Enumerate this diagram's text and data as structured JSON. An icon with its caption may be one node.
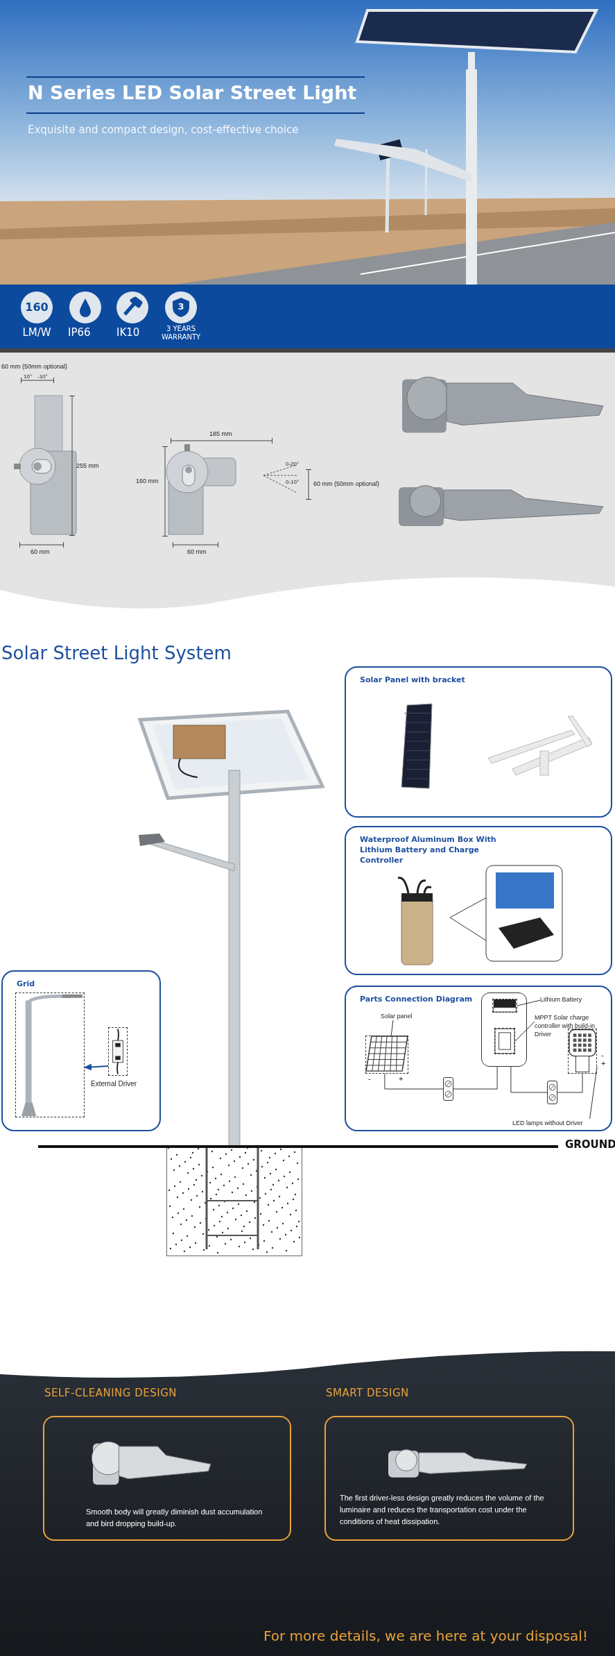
{
  "diagram": {
    "title": "N Series LED Solar Street Light",
    "nodes": [
      {
        "text": [
          "160"
        ],
        "beside": [
          "LM/W"
        ]
      },
      {
        "text": [
          "3"
        ],
        "beside": [
          "3 YEARS WARRANTY"
        ]
      },
      {
        "text": [
          "Grid"
        ]
      },
      {
        "text": [],
        "shape": "picture",
        "in": 2
      },
      {
        "text": [],
        "shape": "picture",
        "in": 2,
        "beside": [
          "External Driver"
        ]
      },
      {
        "text": [
          "Solar Panel with bracket"
        ]
      },
      {
        "text": [
          "Waterproof Aluminum Box With Lithium Battery and Charge Controller"
        ]
      },
      {
        "text": [
          "Parts Connection Diagram"
        ]
      },
      {
        "text": [
          "Solar panel"
        ],
        "in": 7
      },
      {
        "text": [],
        "shape": "picture",
        "in": 7
      },
      {
        "text": [],
        "shape": "box",
        "in": 7
      },
      {
        "text": [],
        "shape": "box",
        "in": 7
      },
      {
        "text": [],
        "shape": "picture",
        "in": 11
      },
      {
        "text": [],
        "shape": "picture",
        "in": 11
      },
      {
        "text": [
          "Lithium Battery"
        ],
        "in": 7
      },
      {
        "text": [
          "MPPT Solar charge controller with build-in Driver"
        ],
        "in": 7
      },
      {
        "text": [],
        "shape": "box",
        "in": 7
      },
      {
        "text": [],
        "shape": "picture",
        "in": 7
      },
      {
        "text": [
          "LED lamps without Driver"
        ],
        "in": 7
      },
      {
        "text": [
          "SELF-CLEANING DESIGN",
          "Smooth body will greatly diminish dust accumulation and bird dropping build-up."
        ]
      },
      {
        "text": [
          "SMART DESIGN",
          "The first driver-less design greatly reduces the volume of the luminaire and reduces the transportation cost under the conditions of heat dissipation."
        ]
      }
    ],
    "edges": [
      {
        "from": 4,
        "to": 3,
        "arrow": "to",
        "color": "#1d4f9e"
      },
      {
        "from": 8,
        "to": 9,
        "arrow": "none"
      },
      {
        "from": 14,
        "to": 12,
        "arrow": "none"
      },
      {
        "from": 15,
        "to": 13,
        "arrow": "none"
      },
      {
        "from": 18,
        "to": 17,
        "arrow": "none"
      },
      {
        "from": 9,
        "to": 10,
        "arrow": "none"
      },
      {
        "from": 10,
        "to": 11,
        "arrow": "none"
      },
      {
        "from": 11,
        "to": 16,
        "arrow": "none"
      },
      {
        "from": 16,
        "to": 17,
        "arrow": "none"
      }
    ],
    "labels": [
      "Exquisite and compact design, cost-effective choice",
      "IP66",
      "IK10",
      "60 mm (50mm optional)",
      "10°",
      "-10°",
      "255 mm",
      "60 mm",
      "185 mm",
      "160 mm",
      "0-20°",
      "0-10°",
      "60 mm (50mm optional)",
      "60 mm",
      "Solar Street Light System",
      "-",
      "+",
      "-",
      "+",
      "GROUND",
      "For more details, we are here at your disposal!"
    ]
  }
}
